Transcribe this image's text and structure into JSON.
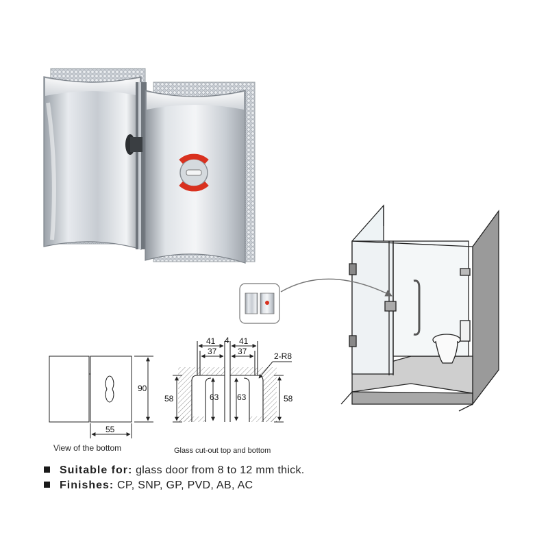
{
  "bottom_view": {
    "dim_height": "90",
    "dim_width": "55",
    "caption": "View of the bottom"
  },
  "cutout": {
    "top_outer_left": "41",
    "top_outer_right": "41",
    "gap": "4",
    "top_inner_left": "37",
    "top_inner_right": "37",
    "radius_label": "2-R8",
    "left_outer_height": "58",
    "left_inner_height": "63",
    "right_inner_height": "63",
    "right_outer_height": "58",
    "caption": "Glass cut-out top and bottom"
  },
  "specs": [
    {
      "key": "Suitable for:",
      "value": " glass door from 8 to 12 mm thick."
    },
    {
      "key": "Finishes:",
      "value": " CP, SNP, GP, PVD, AB, AC"
    }
  ],
  "colors": {
    "indicator_red": "#d9311f",
    "chrome_dark": "#8f959c",
    "chrome_light": "#f2f4f6"
  }
}
